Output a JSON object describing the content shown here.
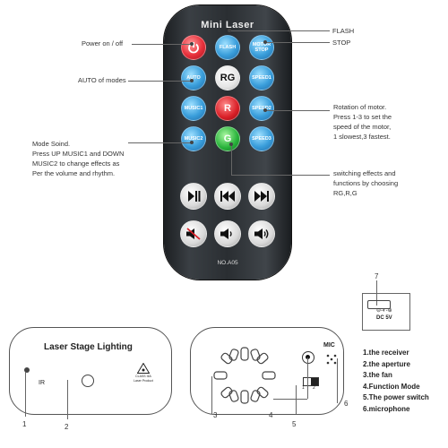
{
  "remote": {
    "title": "Mini Laser",
    "model": "NO.A05",
    "buttons": {
      "flash": "FLASH",
      "motor_stop": "MOTOR STOP",
      "auto": "AUTO",
      "rg": "RG",
      "r": "R",
      "g": "G",
      "speed1": "SPEED1",
      "speed2": "SPEED2",
      "speed3": "SPEED3",
      "music1": "MUSIC1",
      "music2": "MUSIC2"
    }
  },
  "callouts": {
    "flash": "FLASH",
    "stop": "STOP",
    "power": "Power on / off",
    "auto": "AUTO of modes",
    "rotation": [
      "Rotation of motor.",
      "Press 1-3 to set the",
      "speed of the motor,",
      "1 slowest,3 fastest."
    ],
    "mode_sound": [
      "Mode Soind.",
      "Press UP MUSIC1 and DOWN",
      "MUSIC2 to change effects as",
      "Per the volume and rhythm."
    ],
    "switching": [
      "switching effects and",
      "functions by choosing",
      "RG,R,G"
    ]
  },
  "device_front": {
    "title": "Laser Stage Lighting",
    "ir_label": "IR",
    "warning": [
      "CLASS IIIA",
      "Laser Product"
    ],
    "num_1": "1",
    "num_2": "2"
  },
  "device_back": {
    "mic_label": "MIC",
    "switch_1": "1",
    "switch_2": "2",
    "num_3": "3",
    "num_4": "4",
    "num_5": "5",
    "num_6": "6"
  },
  "dc_jack": {
    "num_7": "7",
    "label": "DC 5V"
  },
  "legend": [
    "1.the receiver",
    "2.the aperture",
    "3.the fan",
    "4.Function Mode",
    "5.The power switch",
    "6.microphone"
  ]
}
